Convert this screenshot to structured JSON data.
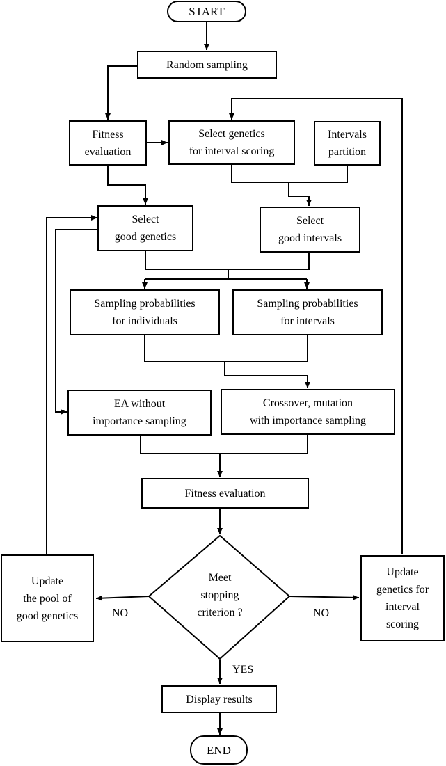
{
  "nodes": {
    "start": "START",
    "random_sampling": "Random sampling",
    "fitness_eval_1": [
      "Fitness",
      "evaluation"
    ],
    "select_genetics_scoring": [
      "Select genetics",
      "for interval scoring"
    ],
    "intervals_partition": [
      "Intervals",
      "partition"
    ],
    "select_good_genetics": [
      "Select",
      "good genetics"
    ],
    "select_good_intervals": [
      "Select",
      "good intervals"
    ],
    "sampling_prob_individuals": [
      "Sampling probabilities",
      "for individuals"
    ],
    "sampling_prob_intervals": [
      "Sampling probabilities",
      "for intervals"
    ],
    "ea_without_is": [
      "EA without",
      "importance sampling"
    ],
    "crossover_mutation": [
      "Crossover, mutation",
      "with importance sampling"
    ],
    "fitness_eval_2": "Fitness evaluation",
    "stopping_criterion": [
      "Meet",
      "stopping",
      "criterion ?"
    ],
    "update_pool": [
      "Update",
      "the pool of",
      "good genetics"
    ],
    "update_genetics_scoring": [
      "Update",
      "genetics for",
      "interval",
      "scoring"
    ],
    "display_results": "Display results",
    "end": "END"
  },
  "edge_labels": {
    "no_left": "NO",
    "no_right": "NO",
    "yes": "YES"
  },
  "colors": {
    "line": "#000000",
    "fill": "#ffffff"
  }
}
